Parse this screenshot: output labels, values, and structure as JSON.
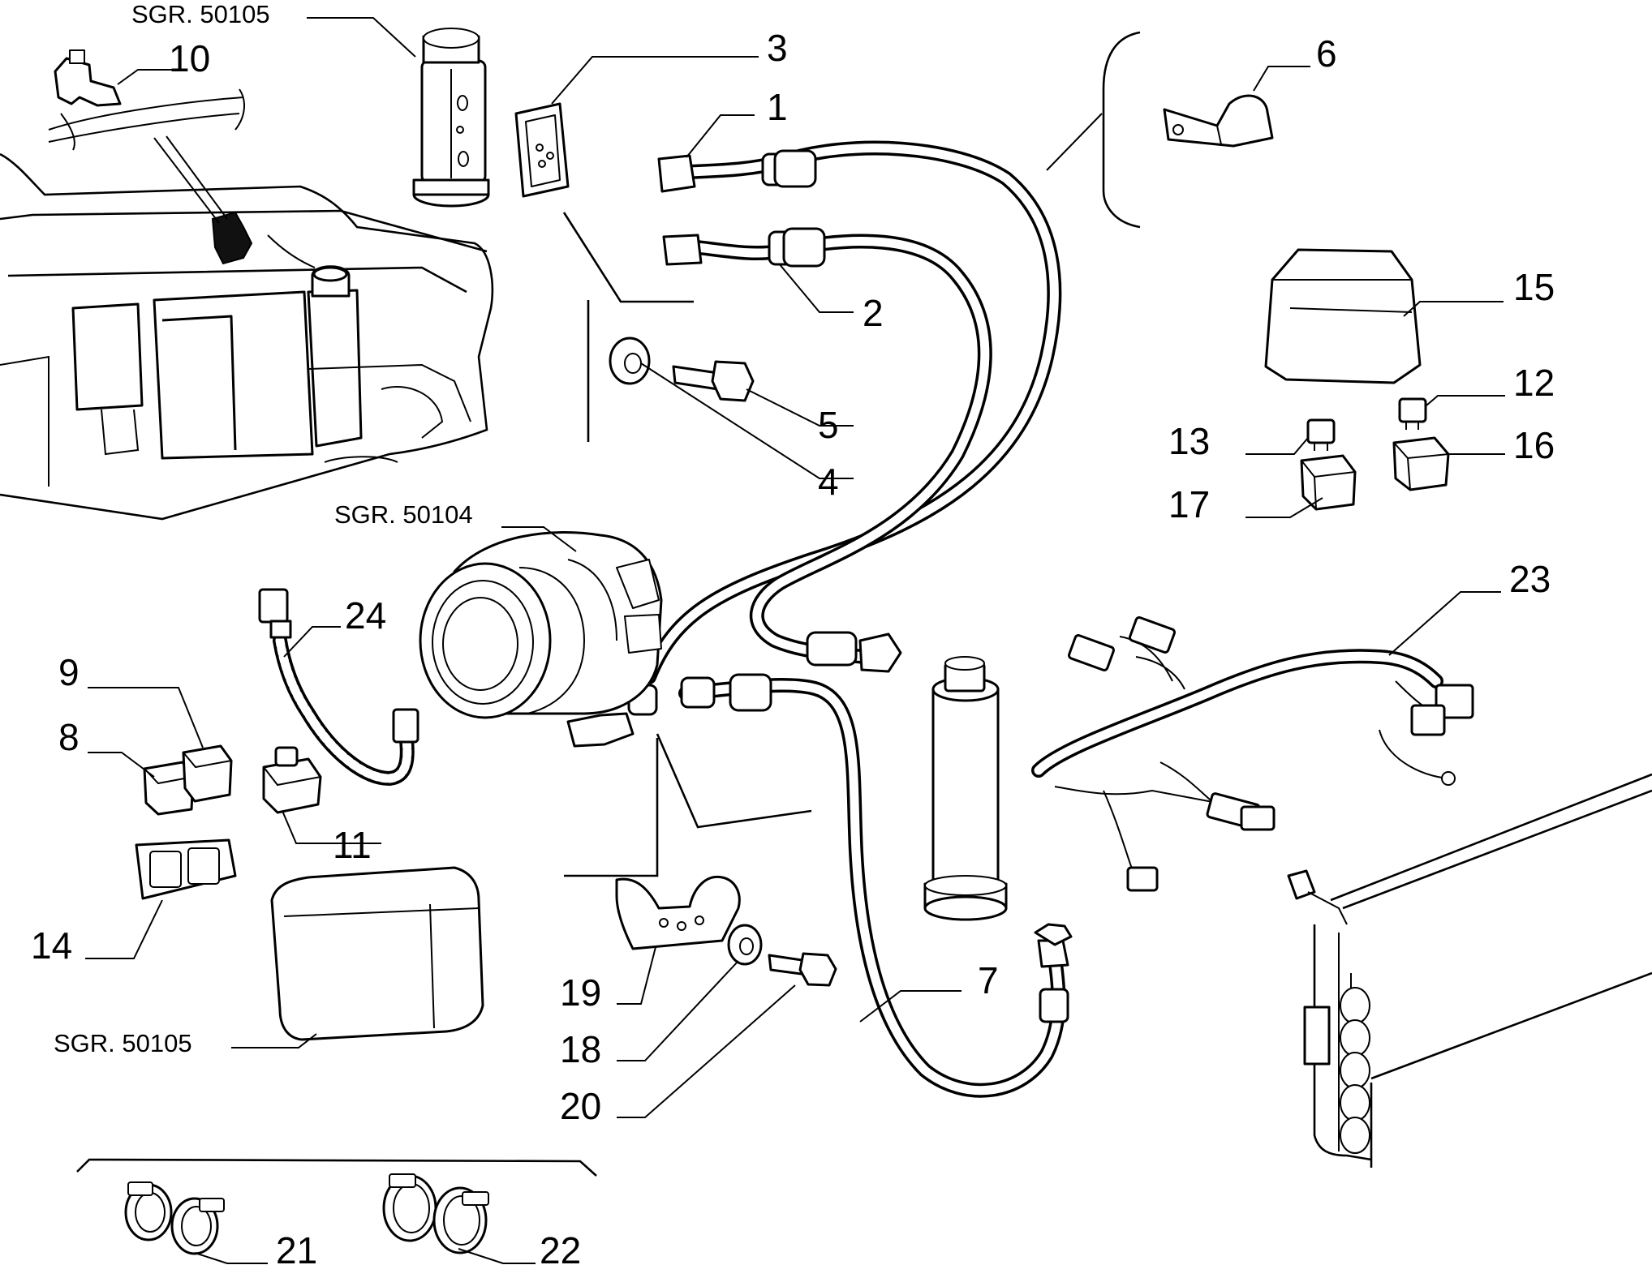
{
  "callouts": {
    "c1": "1",
    "c2": "2",
    "c3": "3",
    "c4": "4",
    "c5": "5",
    "c6": "6",
    "c7": "7",
    "c8": "8",
    "c9": "9",
    "c10": "10",
    "c11": "11",
    "c12": "12",
    "c13": "13",
    "c14": "14",
    "c15": "15",
    "c16": "16",
    "c17": "17",
    "c18": "18",
    "c19": "19",
    "c20": "20",
    "c21": "21",
    "c22": "22",
    "c23": "23",
    "c24": "24"
  },
  "group_refs": {
    "sgr_top": "SGR. 50105",
    "sgr_compressor": "SGR. 50104",
    "sgr_bottom": "SGR. 50105"
  }
}
